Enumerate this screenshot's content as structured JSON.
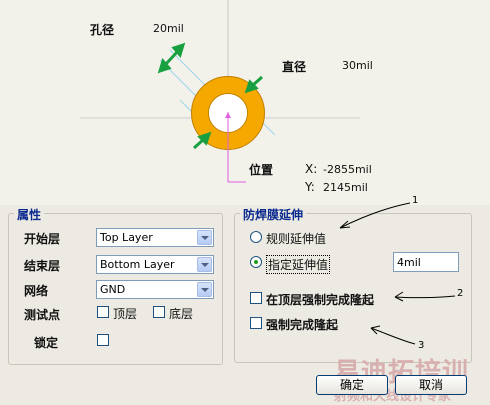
{
  "preview": {
    "hole_size_label": "孔径",
    "hole_size_value": "20mil",
    "diameter_label": "直径",
    "diameter_value": "30mil",
    "location_label": "位置",
    "x_label": "X:",
    "x_value": "-2855mil",
    "y_label": "Y:",
    "y_value": "2145mil",
    "pad_color": "#f5a800"
  },
  "properties": {
    "title": "属性",
    "start_layer_label": "开始层",
    "start_layer_value": "Top Layer",
    "end_layer_label": "结束层",
    "end_layer_value": "Bottom Layer",
    "net_label": "网络",
    "net_value": "GND",
    "testpoint_label": "测试点",
    "top_label": "顶层",
    "bottom_label": "底层",
    "locked_label": "锁定"
  },
  "solder_mask": {
    "title": "防焊膜延伸",
    "rule_expansion_label": "规则延伸值",
    "specified_expansion_label": "指定延伸值",
    "expansion_value": "4mil",
    "force_tented_top_label": "在顶层强制完成隆起",
    "force_tented_label": "强制完成隆起"
  },
  "annotations": {
    "n1": "1",
    "n2": "2",
    "n3": "3"
  },
  "buttons": {
    "ok": "确定",
    "cancel": "取消"
  },
  "watermark": {
    "line1": "易迪拓培训",
    "line2": "射频和天线设计专家"
  }
}
